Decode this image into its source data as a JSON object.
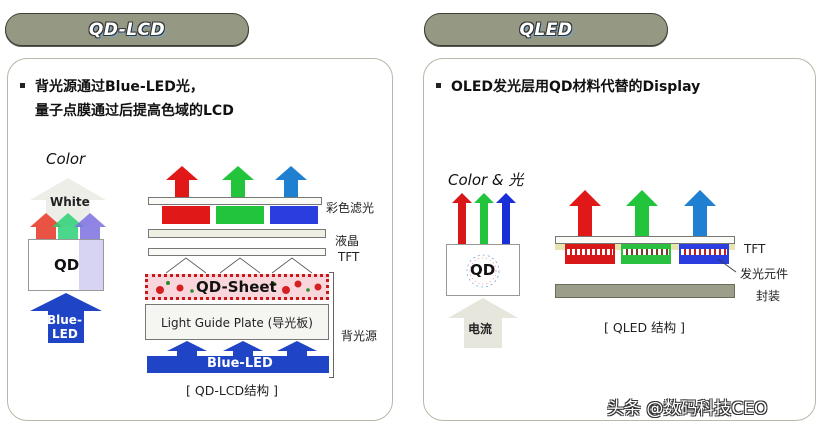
{
  "left": {
    "header": "QD-LCD",
    "bullet_line1": "背光源通过Blue-LED光，",
    "bullet_line2": "量子点膜通过后提高色域的LCD",
    "concept": {
      "color_label": "Color",
      "white_label": "White",
      "qd_label": "QD",
      "source_label_1": "Blue-",
      "source_label_2": "LED"
    },
    "structure": {
      "color_filter_label": "彩色滤光",
      "lc_label": "液晶",
      "tft_label": "TFT",
      "qd_sheet_label": "QD-Sheet",
      "lgp_label": "Light Guide Plate (导光板)",
      "blue_led_label": "Blue-LED",
      "backlight_label": "背光源",
      "caption": "[ QD-LCD结构 ]"
    }
  },
  "right": {
    "header": "QLED",
    "bullet_line1": "OLED发光层用QD材料代替的Display",
    "concept": {
      "color_label": "Color & 光",
      "qd_label": "QD",
      "source_label": "电流"
    },
    "structure": {
      "tft_label": "TFT",
      "emitter_label": "发光元件",
      "encap_label": "封装",
      "caption": "[ QLED 结构 ]"
    }
  },
  "watermark": "头条 @数码科技CEO",
  "colors": {
    "header_bg": "#959882",
    "red": "#e01818",
    "green": "#22c43c",
    "blue": "#2a3ee0",
    "sky_blue": "#1f7fd0",
    "led_blue": "#1f45c6",
    "encap": "#9c9e8a"
  }
}
